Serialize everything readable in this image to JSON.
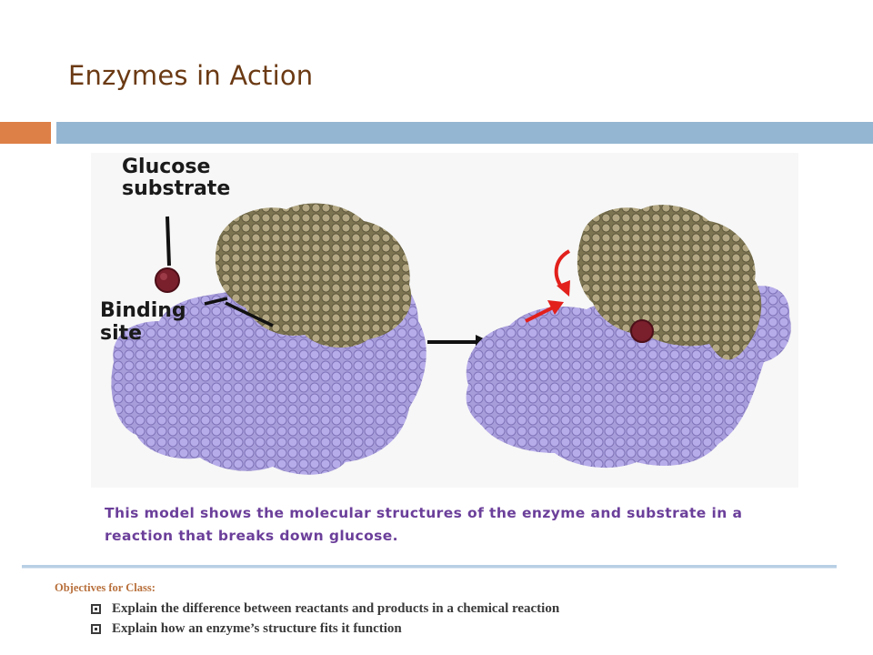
{
  "slide": {
    "title": "Enzymes in Action"
  },
  "figure": {
    "label_substrate_line1": "Glucose",
    "label_substrate_line2": "substrate",
    "label_site_line1": "Binding",
    "label_site_line2": "site",
    "colors": {
      "enzyme_body": "#a397d8",
      "enzyme_domain": "#9a9068",
      "glucose": "#7a1f2c",
      "reaction_arrow": "#111111",
      "induced_fit_arrow": "#e2201c"
    }
  },
  "caption": "This model shows the molecular structures of the enzyme and substrate in a reaction that breaks down glucose.",
  "objectives": {
    "heading": "Objectives  for Class:",
    "items": [
      "Explain the difference between reactants and products in a chemical reaction",
      "Explain how an enzyme’s structure fits it function"
    ]
  }
}
